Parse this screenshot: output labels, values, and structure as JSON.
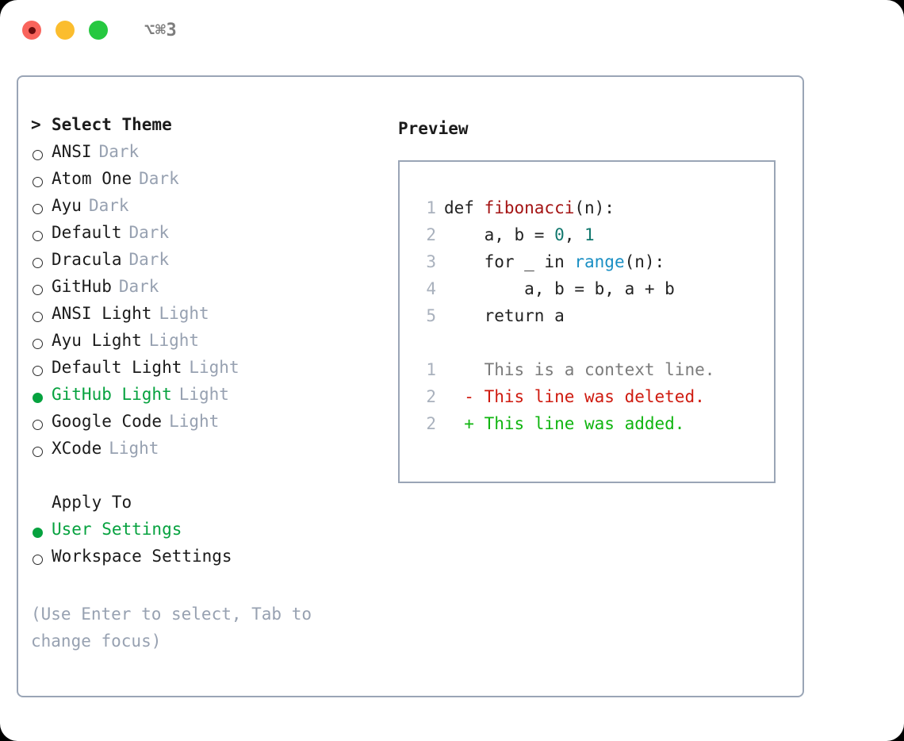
{
  "window": {
    "title": "⌥⌘3",
    "traffic_lights": [
      {
        "name": "close",
        "color": "#f9645c",
        "recording": true
      },
      {
        "name": "minimize",
        "color": "#fbbd2e",
        "recording": false
      },
      {
        "name": "zoom",
        "color": "#26c840",
        "recording": false
      }
    ]
  },
  "colors": {
    "accent_selected": "#06a23f",
    "muted": "#97a1b1",
    "border": "#9aa5b6",
    "text": "#1b1b1b",
    "syntax_function": "#a41414",
    "syntax_number": "#12786e",
    "syntax_call": "#1a8fc4",
    "diff_context": "#7b7b7b",
    "diff_deleted": "#cf1a0f",
    "diff_added": "#10b510"
  },
  "theme_picker": {
    "heading": "Select Theme",
    "heading_marker": ">",
    "items": [
      {
        "label": "ANSI",
        "variant": "Dark",
        "selected": false
      },
      {
        "label": "Atom One",
        "variant": "Dark",
        "selected": false
      },
      {
        "label": "Ayu",
        "variant": "Dark",
        "selected": false
      },
      {
        "label": "Default",
        "variant": "Dark",
        "selected": false
      },
      {
        "label": "Dracula",
        "variant": "Dark",
        "selected": false
      },
      {
        "label": "GitHub",
        "variant": "Dark",
        "selected": false
      },
      {
        "label": "ANSI Light",
        "variant": "Light",
        "selected": false
      },
      {
        "label": "Ayu Light",
        "variant": "Light",
        "selected": false
      },
      {
        "label": "Default Light",
        "variant": "Light",
        "selected": false
      },
      {
        "label": "GitHub Light",
        "variant": "Light",
        "selected": true
      },
      {
        "label": "Google Code",
        "variant": "Light",
        "selected": false
      },
      {
        "label": "XCode",
        "variant": "Light",
        "selected": false
      }
    ]
  },
  "apply_to": {
    "heading": "Apply To",
    "items": [
      {
        "label": "User Settings",
        "selected": true
      },
      {
        "label": "Workspace Settings",
        "selected": false
      }
    ]
  },
  "hint": "(Use Enter to select, Tab to change focus)",
  "preview": {
    "title": "Preview",
    "code_lines": [
      {
        "number": "1",
        "segments": [
          {
            "text": "def ",
            "kind": "plain"
          },
          {
            "text": "fibonacci",
            "kind": "function"
          },
          {
            "text": "(n):",
            "kind": "plain"
          }
        ]
      },
      {
        "number": "2",
        "segments": [
          {
            "text": "    a, b = ",
            "kind": "plain"
          },
          {
            "text": "0",
            "kind": "number"
          },
          {
            "text": ", ",
            "kind": "plain"
          },
          {
            "text": "1",
            "kind": "number"
          }
        ]
      },
      {
        "number": "3",
        "segments": [
          {
            "text": "    for _ in ",
            "kind": "plain"
          },
          {
            "text": "range",
            "kind": "call"
          },
          {
            "text": "(n):",
            "kind": "plain"
          }
        ]
      },
      {
        "number": "4",
        "segments": [
          {
            "text": "        a, b = b, a + b",
            "kind": "plain"
          }
        ]
      },
      {
        "number": "5",
        "segments": [
          {
            "text": "    return a",
            "kind": "plain"
          }
        ]
      }
    ],
    "diff_lines": [
      {
        "number": "1",
        "marker": " ",
        "text": "This is a context line.",
        "kind": "context"
      },
      {
        "number": "2",
        "marker": "-",
        "text": "This line was deleted.",
        "kind": "deleted"
      },
      {
        "number": "2",
        "marker": "+",
        "text": "This line was added.",
        "kind": "added"
      }
    ]
  }
}
